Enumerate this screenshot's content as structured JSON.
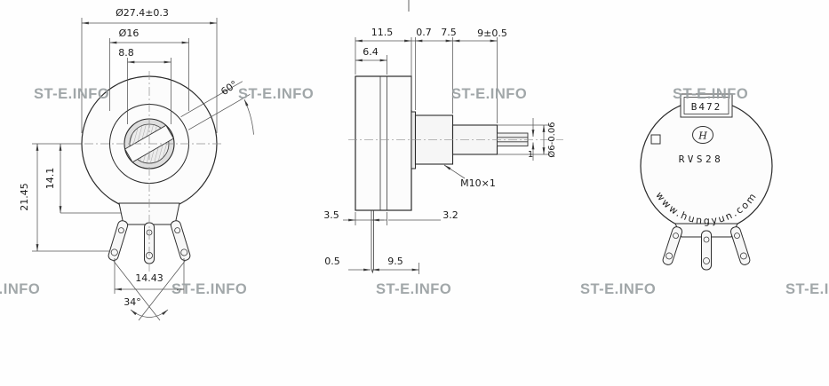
{
  "watermark": {
    "text": "ST-E.INFO"
  },
  "front_view": {
    "dim_outer_diameter": "Ø27.4±0.3",
    "dim_inner_diameter": "Ø16",
    "dim_slot_width": "8.8",
    "dim_slot_angle": "60°",
    "dim_height_total": "21.45",
    "dim_height_upper": "14.1",
    "dim_pin_spacing": "14.43",
    "dim_pin_angle": "34°"
  },
  "side_view": {
    "dim_body_depth": "11.5",
    "dim_washer": "0.7",
    "dim_bushing_length": "7.5",
    "dim_shaft_length": "9±0.5",
    "dim_inner_depth": "6.4",
    "thread_spec": "M10×1",
    "dim_shaft_diameter": "Ø6-0.06",
    "dim_slot_height": "1",
    "dim_pin_offset_left": "3.5",
    "dim_pin_offset_right": "3.2",
    "dim_pin_width": "0.5",
    "dim_pin_length": "9.5"
  },
  "back_view": {
    "code_label": "B472",
    "logo_letter": "H",
    "model": "RVS28",
    "website": "www.hungyun.com"
  }
}
